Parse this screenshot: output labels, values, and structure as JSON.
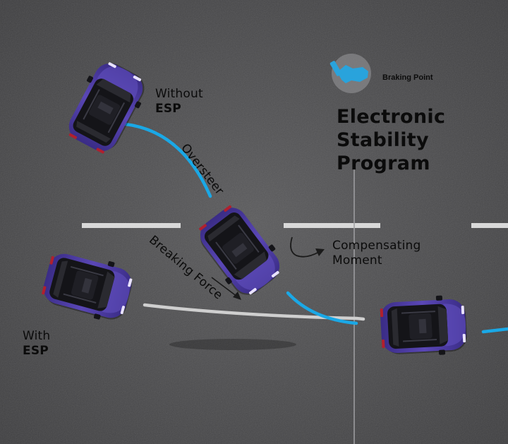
{
  "brand": {
    "name": "Braking Point"
  },
  "title": {
    "line1": "Electronic",
    "line2": "Stability",
    "line3": "Program"
  },
  "labels": {
    "without_prefix": "Without",
    "without_strong": "ESP",
    "with_prefix": "With",
    "with_strong": "ESP",
    "oversteer": "Oversteer",
    "braking_force": "Breaking Force",
    "compensating_line1": "Compensating",
    "compensating_line2": "Moment"
  },
  "colors": {
    "asphalt": "#4a4a4c",
    "lane_marking": "#d9d9d9",
    "path_without_esp": "#1aa8e6",
    "path_with_esp": "#cfcfcf",
    "car_body": "#4b3a9e",
    "brand_icon": "#29a3dc"
  }
}
